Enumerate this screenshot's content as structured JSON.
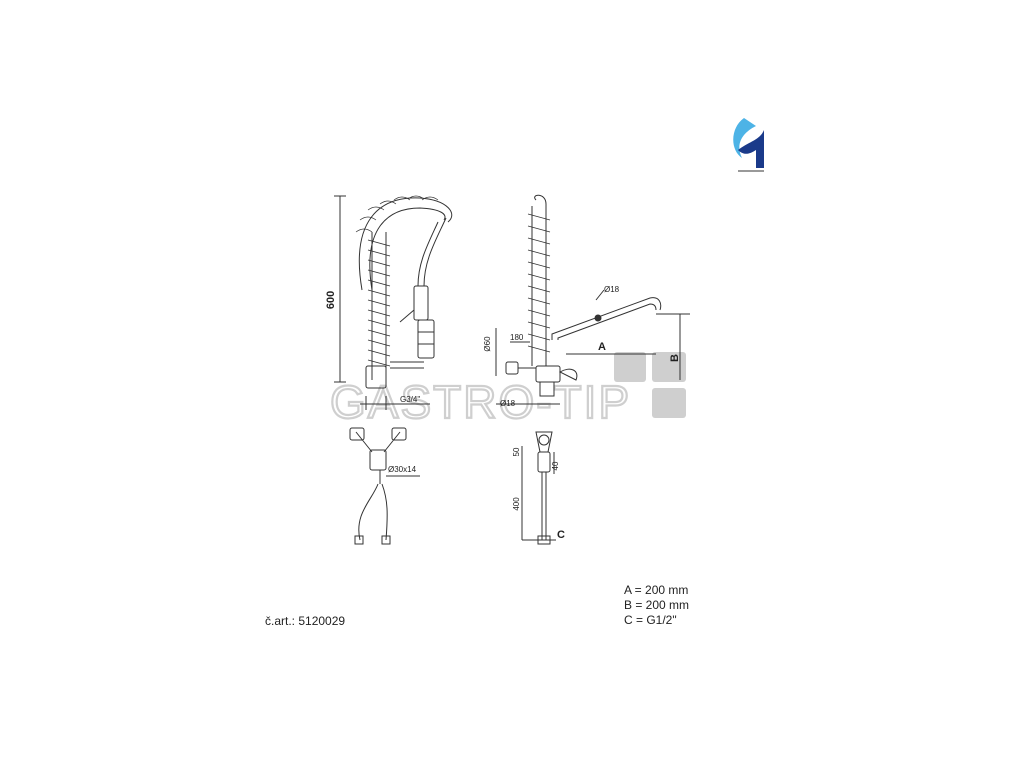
{
  "logo": {
    "brand_icon": "r-wave-logo-icon",
    "colors": [
      "#1a3a8a",
      "#4db3e6"
    ]
  },
  "watermark": {
    "text": "GASTRO-TIP",
    "color": "#cfcfcf"
  },
  "dimensions": {
    "height_600": "600",
    "g34": "G3/4\"",
    "d60": "Ø60",
    "d180": "180",
    "d18_top": "Ø18",
    "d18_bottom": "Ø18",
    "label_a": "A",
    "label_b": "B",
    "d30x14": "Ø30x14",
    "d50": "50",
    "d40": "40",
    "d400": "400",
    "label_c": "C"
  },
  "specs": {
    "a": "A = 200 mm",
    "b": "B = 200 mm",
    "c": "C = G1/2\""
  },
  "article": "č.art.: 5120029",
  "colors": {
    "line": "#333333",
    "watermark": "#cfcfcf"
  }
}
